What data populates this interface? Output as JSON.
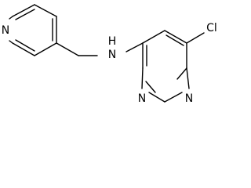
{
  "molecule": {
    "atoms": {
      "n_pyridine": "N",
      "n_amine": "N",
      "h_amine": "H",
      "n_pyrimidine_3": "N",
      "n_pyrimidine_1": "N",
      "chlorine": "Cl"
    }
  },
  "colors": {
    "background": "#ffffff",
    "bond": "#000000",
    "label": "#000000"
  }
}
